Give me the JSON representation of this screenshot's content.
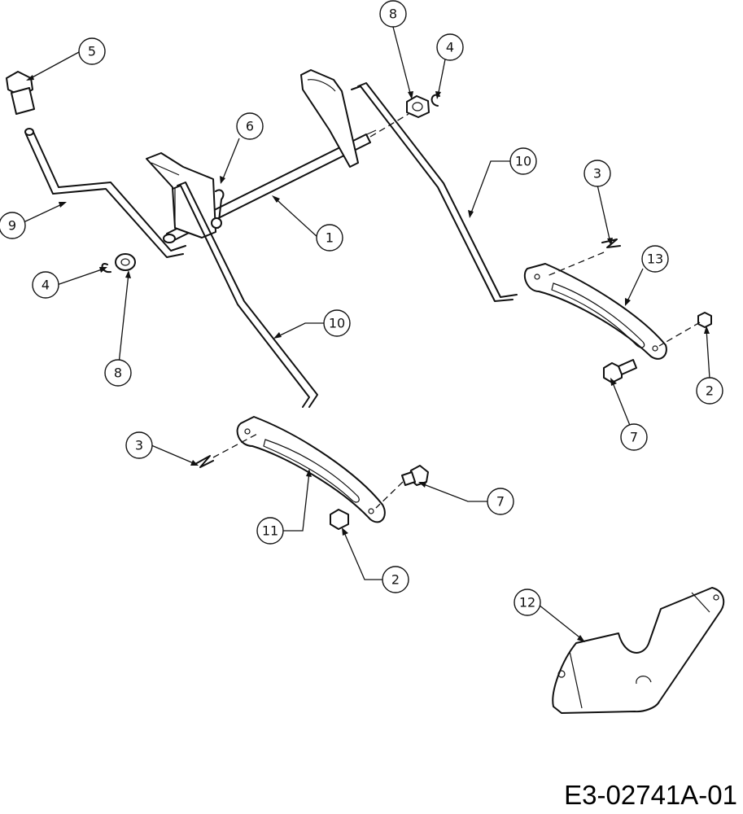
{
  "document_code": "E3-02741A-01",
  "callouts": [
    {
      "id": "c1",
      "label": "1"
    },
    {
      "id": "c2a",
      "label": "2"
    },
    {
      "id": "c2b",
      "label": "2"
    },
    {
      "id": "c3a",
      "label": "3"
    },
    {
      "id": "c3b",
      "label": "3"
    },
    {
      "id": "c4a",
      "label": "4"
    },
    {
      "id": "c4b",
      "label": "4"
    },
    {
      "id": "c5",
      "label": "5"
    },
    {
      "id": "c6",
      "label": "6"
    },
    {
      "id": "c7a",
      "label": "7"
    },
    {
      "id": "c7b",
      "label": "7"
    },
    {
      "id": "c8a",
      "label": "8"
    },
    {
      "id": "c8b",
      "label": "8"
    },
    {
      "id": "c9",
      "label": "9"
    },
    {
      "id": "c10a",
      "label": "10"
    },
    {
      "id": "c10b",
      "label": "10"
    },
    {
      "id": "c11",
      "label": "11"
    },
    {
      "id": "c12",
      "label": "12"
    },
    {
      "id": "c13",
      "label": "13"
    }
  ]
}
